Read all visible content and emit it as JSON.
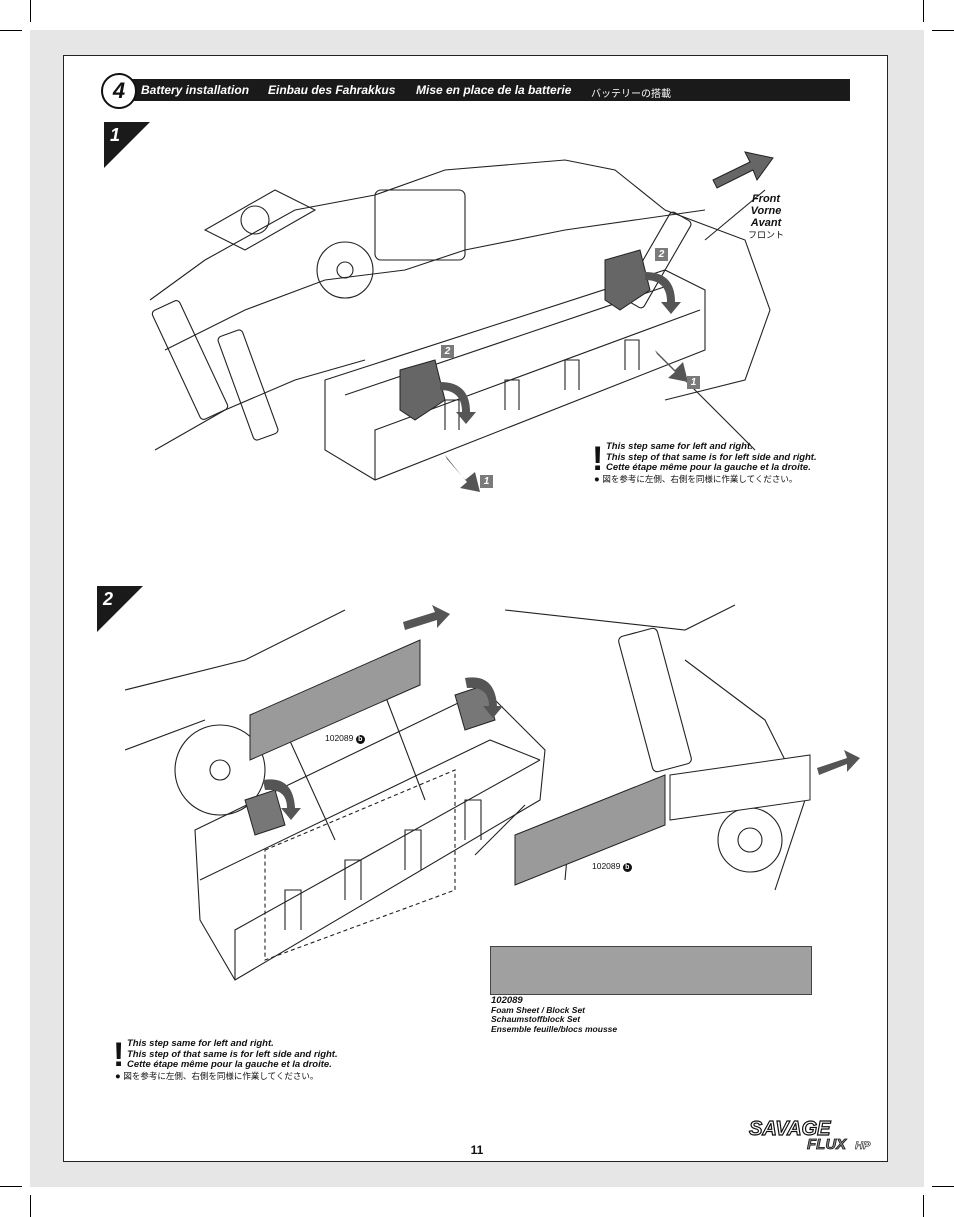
{
  "header": {
    "step_number": "4",
    "title_en": "Battery installation",
    "title_de": "Einbau des Fahrakkus",
    "title_fr": "Mise en place de la batterie",
    "title_jp": "バッテリーの搭載"
  },
  "substep1": {
    "number": "1",
    "front_label": {
      "en": "Front",
      "de": "Vorne",
      "fr": "Avant",
      "jp": "フロント"
    },
    "callouts": [
      "2",
      "2",
      "1",
      "1"
    ],
    "note": {
      "en": "This step same for left and right.",
      "de": "This step of that same is for left side and right.",
      "fr": "Cette étape même pour la gauche et la droite.",
      "jp": "図を参考に左側、右側を同様に作業してください。"
    }
  },
  "substep2": {
    "number": "2",
    "part_refs": [
      "102089",
      "102089"
    ],
    "part_ref_letter": "b",
    "note": {
      "en": "This step same for left and right.",
      "de": "This step of that same is for left side and right.",
      "fr": "Cette étape même pour la gauche et la droite.",
      "jp": "図を参考に左側、右側を同様に作業してください。"
    },
    "parts_list": {
      "number": "102089",
      "en": "Foam Sheet / Block Set",
      "de": "Schaumstoffblock Set",
      "fr": "Ensemble feuille/blocs mousse"
    }
  },
  "footer": {
    "page_number": "11",
    "logo_main": "SAVAGE",
    "logo_sub": "FLUX",
    "logo_suffix": "HP"
  },
  "colors": {
    "header_bar": "#1a1a1a",
    "bleed": "#e6e6e6",
    "part_box": "#a0a0a0",
    "callout": "#7a7a7a"
  }
}
